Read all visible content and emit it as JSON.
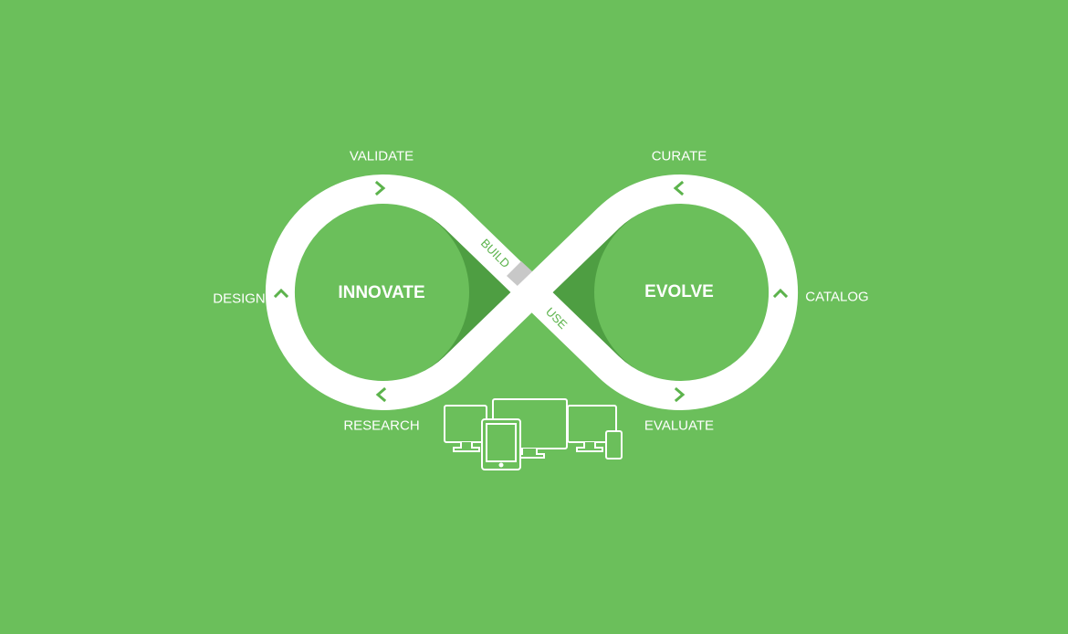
{
  "colors": {
    "background": "#6bbf5b",
    "band": "#ffffff",
    "shade": "#4e9e42",
    "connector": "#c8c8c8",
    "accent": "#5cb34c"
  },
  "loops": {
    "left": "INNOVATE",
    "right": "EVOLVE"
  },
  "stages": {
    "validate": "VALIDATE",
    "design": "DESIGN",
    "research": "RESEARCH",
    "curate": "CURATE",
    "catalog": "CATALOG",
    "evaluate": "EVALUATE"
  },
  "transitions": {
    "build": "BUILD",
    "use": "USE"
  },
  "icons": [
    "chevron-right-icon",
    "chevron-left-icon",
    "chevron-up-icon",
    "devices-icon"
  ]
}
